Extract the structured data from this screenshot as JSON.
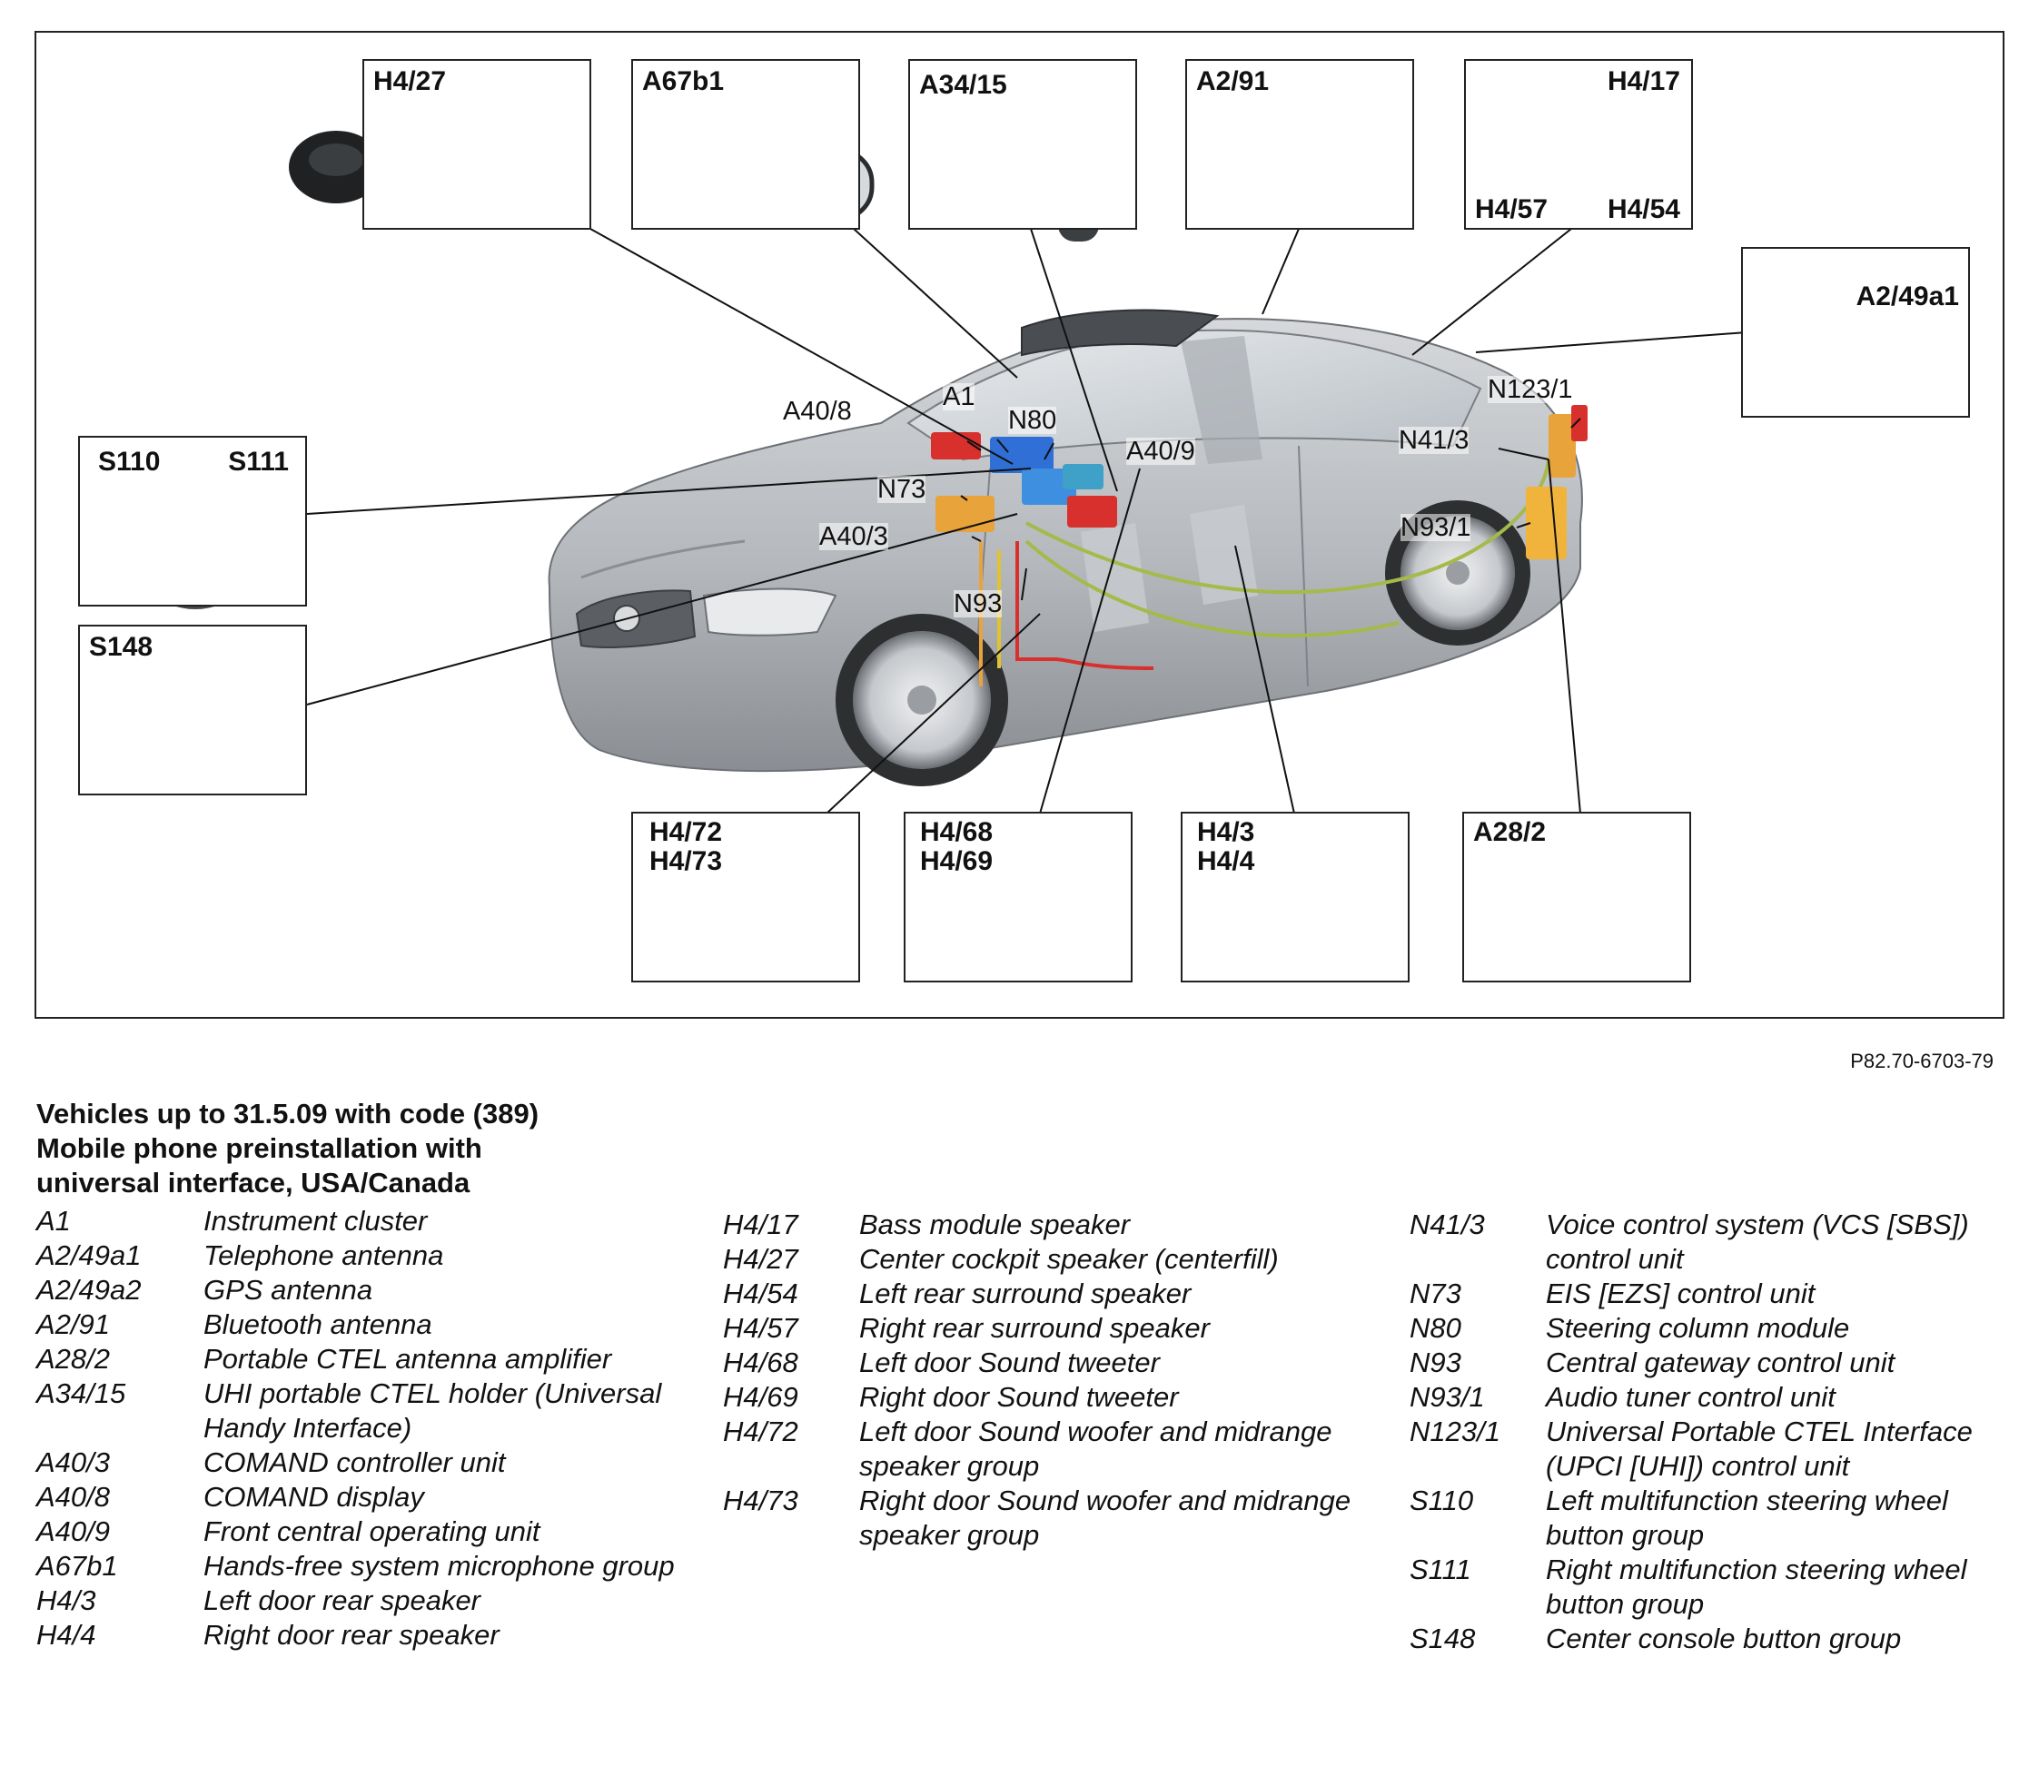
{
  "figure_code": "P82.70-6703-79",
  "legend": {
    "title_lines": [
      "Vehicles up to 31.5.09 with code (389)",
      "Mobile phone preinstallation with",
      "universal interface, USA/Canada"
    ],
    "columns": [
      [
        {
          "code": "A1",
          "desc": "Instrument cluster"
        },
        {
          "code": "A2/49a1",
          "desc": "Telephone antenna"
        },
        {
          "code": "A2/49a2",
          "desc": "GPS antenna"
        },
        {
          "code": "A2/91",
          "desc": "Bluetooth antenna"
        },
        {
          "code": "A28/2",
          "desc": "Portable CTEL antenna amplifier"
        },
        {
          "code": "A34/15",
          "desc": "UHI portable CTEL holder (Universal Handy Interface)"
        },
        {
          "code": "A40/3",
          "desc": "COMAND controller unit"
        },
        {
          "code": "A40/8",
          "desc": "COMAND display"
        },
        {
          "code": "A40/9",
          "desc": "Front central operating unit"
        },
        {
          "code": "A67b1",
          "desc": "Hands-free system microphone group"
        },
        {
          "code": "H4/3",
          "desc": "Left door rear speaker"
        },
        {
          "code": "H4/4",
          "desc": "Right door rear speaker"
        }
      ],
      [
        {
          "code": "H4/17",
          "desc": "Bass module speaker"
        },
        {
          "code": "H4/27",
          "desc": "Center cockpit speaker (centerfill)"
        },
        {
          "code": "H4/54",
          "desc": "Left rear surround speaker"
        },
        {
          "code": "H4/57",
          "desc": "Right rear surround speaker"
        },
        {
          "code": "H4/68",
          "desc": "Left door Sound tweeter"
        },
        {
          "code": "H4/69",
          "desc": "Right door Sound tweeter"
        },
        {
          "code": "H4/72",
          "desc": "Left door Sound woofer and midrange speaker group"
        },
        {
          "code": "H4/73",
          "desc": "Right door Sound woofer and midrange speaker group"
        }
      ],
      [
        {
          "code": "N41/3",
          "desc": "Voice control system (VCS [SBS]) control unit"
        },
        {
          "code": "N73",
          "desc": "EIS [EZS] control unit"
        },
        {
          "code": "N80",
          "desc": "Steering column module"
        },
        {
          "code": "N93",
          "desc": "Central gateway control unit"
        },
        {
          "code": "N93/1",
          "desc": "Audio tuner control unit"
        },
        {
          "code": "N123/1",
          "desc": "Universal Portable CTEL Interface (UPCI [UHI]) control unit"
        },
        {
          "code": "S110",
          "desc": "Left multifunction steering wheel button group"
        },
        {
          "code": "S111",
          "desc": "Right multifunction steering wheel button group"
        },
        {
          "code": "S148",
          "desc": "Center console button group"
        }
      ]
    ]
  },
  "boxes": {
    "h4_27": {
      "label": "H4/27"
    },
    "a67b1": {
      "label": "A67b1"
    },
    "a34_15": {
      "label": "A34/15"
    },
    "a2_91": {
      "label": "A2/91"
    },
    "h4_17": {
      "label_top": "H4/17",
      "label_left": "H4/57",
      "label_right": "H4/54"
    },
    "a2_49a1": {
      "label": "A2/49a1"
    },
    "s110_s111": {
      "label_left": "S110",
      "label_right": "S111"
    },
    "s148": {
      "label": "S148"
    },
    "h4_72": {
      "label_1": "H4/72",
      "label_2": "H4/73"
    },
    "h4_68": {
      "label_1": "H4/68",
      "label_2": "H4/69"
    },
    "h4_3": {
      "label_1": "H4/3",
      "label_2": "H4/4"
    },
    "a28_2": {
      "label": "A28/2"
    }
  },
  "callouts": {
    "a40_8": "A40/8",
    "a1": "A1",
    "n80": "N80",
    "a40_9": "A40/9",
    "n73": "N73",
    "a40_3": "A40/3",
    "n93": "N93",
    "n123_1": "N123/1",
    "n41_3": "N41/3",
    "n93_1": "N93/1"
  },
  "colors": {
    "car_body": "#b9bcc0",
    "car_dark": "#8e9297",
    "comand_red": "#d8302c",
    "module_blue": "#2f6fd6",
    "module_orange": "#e8a33a",
    "harness_yellow": "#e2c22e",
    "harness_green": "#a6b94a",
    "frame": "#222222"
  }
}
